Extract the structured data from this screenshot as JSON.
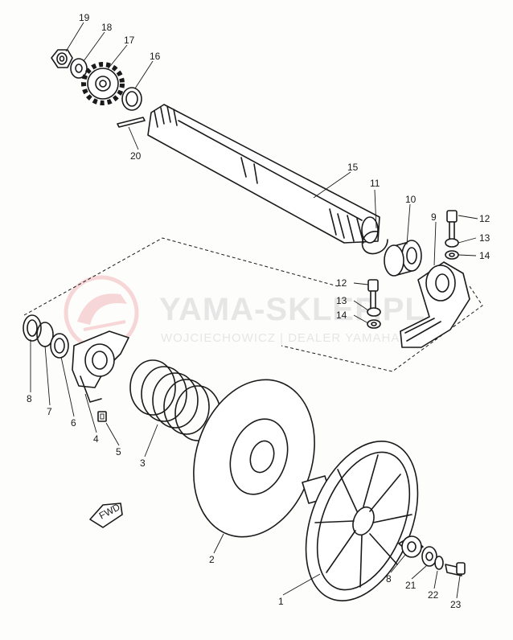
{
  "watermark": {
    "title": "YAMA-SKLEP.PL",
    "subtitle": "WOJCIECHOWICZ | DEALER YAMAHA"
  },
  "fwd_label": "FWD",
  "part_numbers": {
    "p1": "1",
    "p2": "2",
    "p3": "3",
    "p4": "4",
    "p5": "5",
    "p6": "6",
    "p7": "7",
    "p8a": "8",
    "p8b": "8",
    "p9": "9",
    "p10": "10",
    "p11": "11",
    "p12a": "12",
    "p12b": "12",
    "p13a": "13",
    "p13b": "13",
    "p14a": "14",
    "p14b": "14",
    "p15": "15",
    "p16": "16",
    "p17": "17",
    "p18": "18",
    "p19": "19",
    "p20": "20",
    "p21": "21",
    "p22": "22",
    "p23": "23"
  },
  "colors": {
    "ink": "#1a1a1a",
    "watermark": "#e6e6e6",
    "logo": "#f2b8b8"
  }
}
